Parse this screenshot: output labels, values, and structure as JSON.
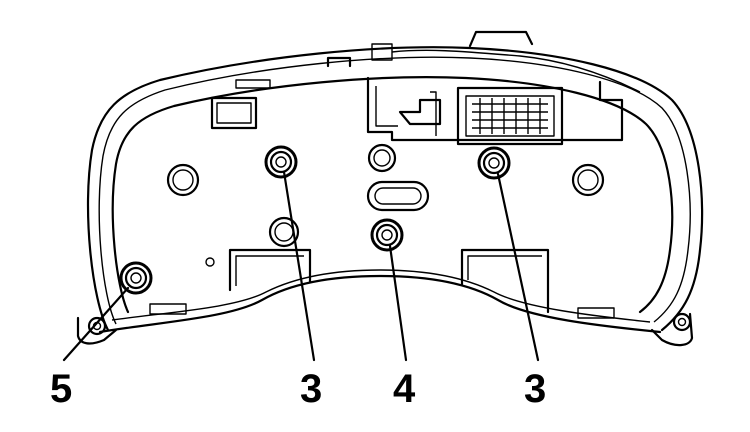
{
  "callouts": [
    {
      "id": "callout-5",
      "label": "5"
    },
    {
      "id": "callout-3-left",
      "label": "3"
    },
    {
      "id": "callout-4",
      "label": "4"
    },
    {
      "id": "callout-3-right",
      "label": "3"
    }
  ]
}
